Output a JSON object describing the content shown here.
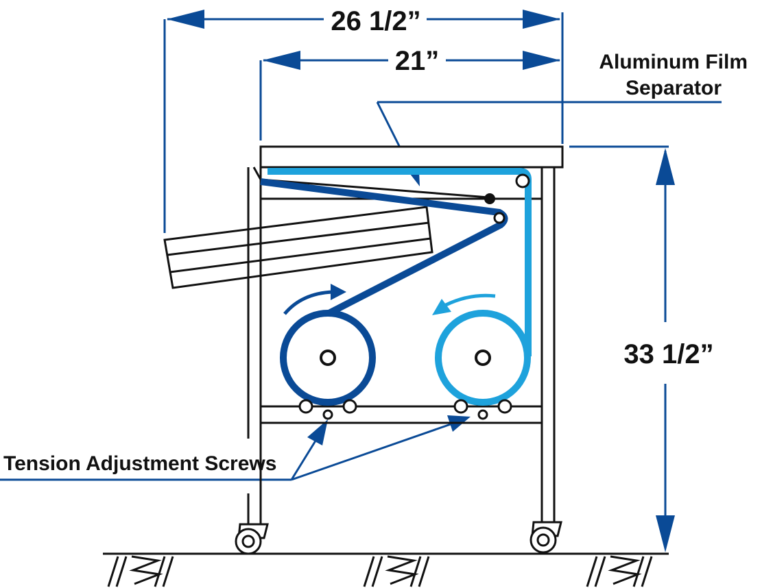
{
  "dimensions": {
    "overall_width": "26 1/2”",
    "top_width": "21”",
    "height": "33 1/2”"
  },
  "callouts": {
    "separator_line1": "Aluminum Film",
    "separator_line2": "Separator",
    "tension": "Tension Adjustment Screws"
  },
  "colors": {
    "dark_blue": "#0a4a96",
    "light_blue": "#1ea2dc",
    "ink": "#111111"
  }
}
